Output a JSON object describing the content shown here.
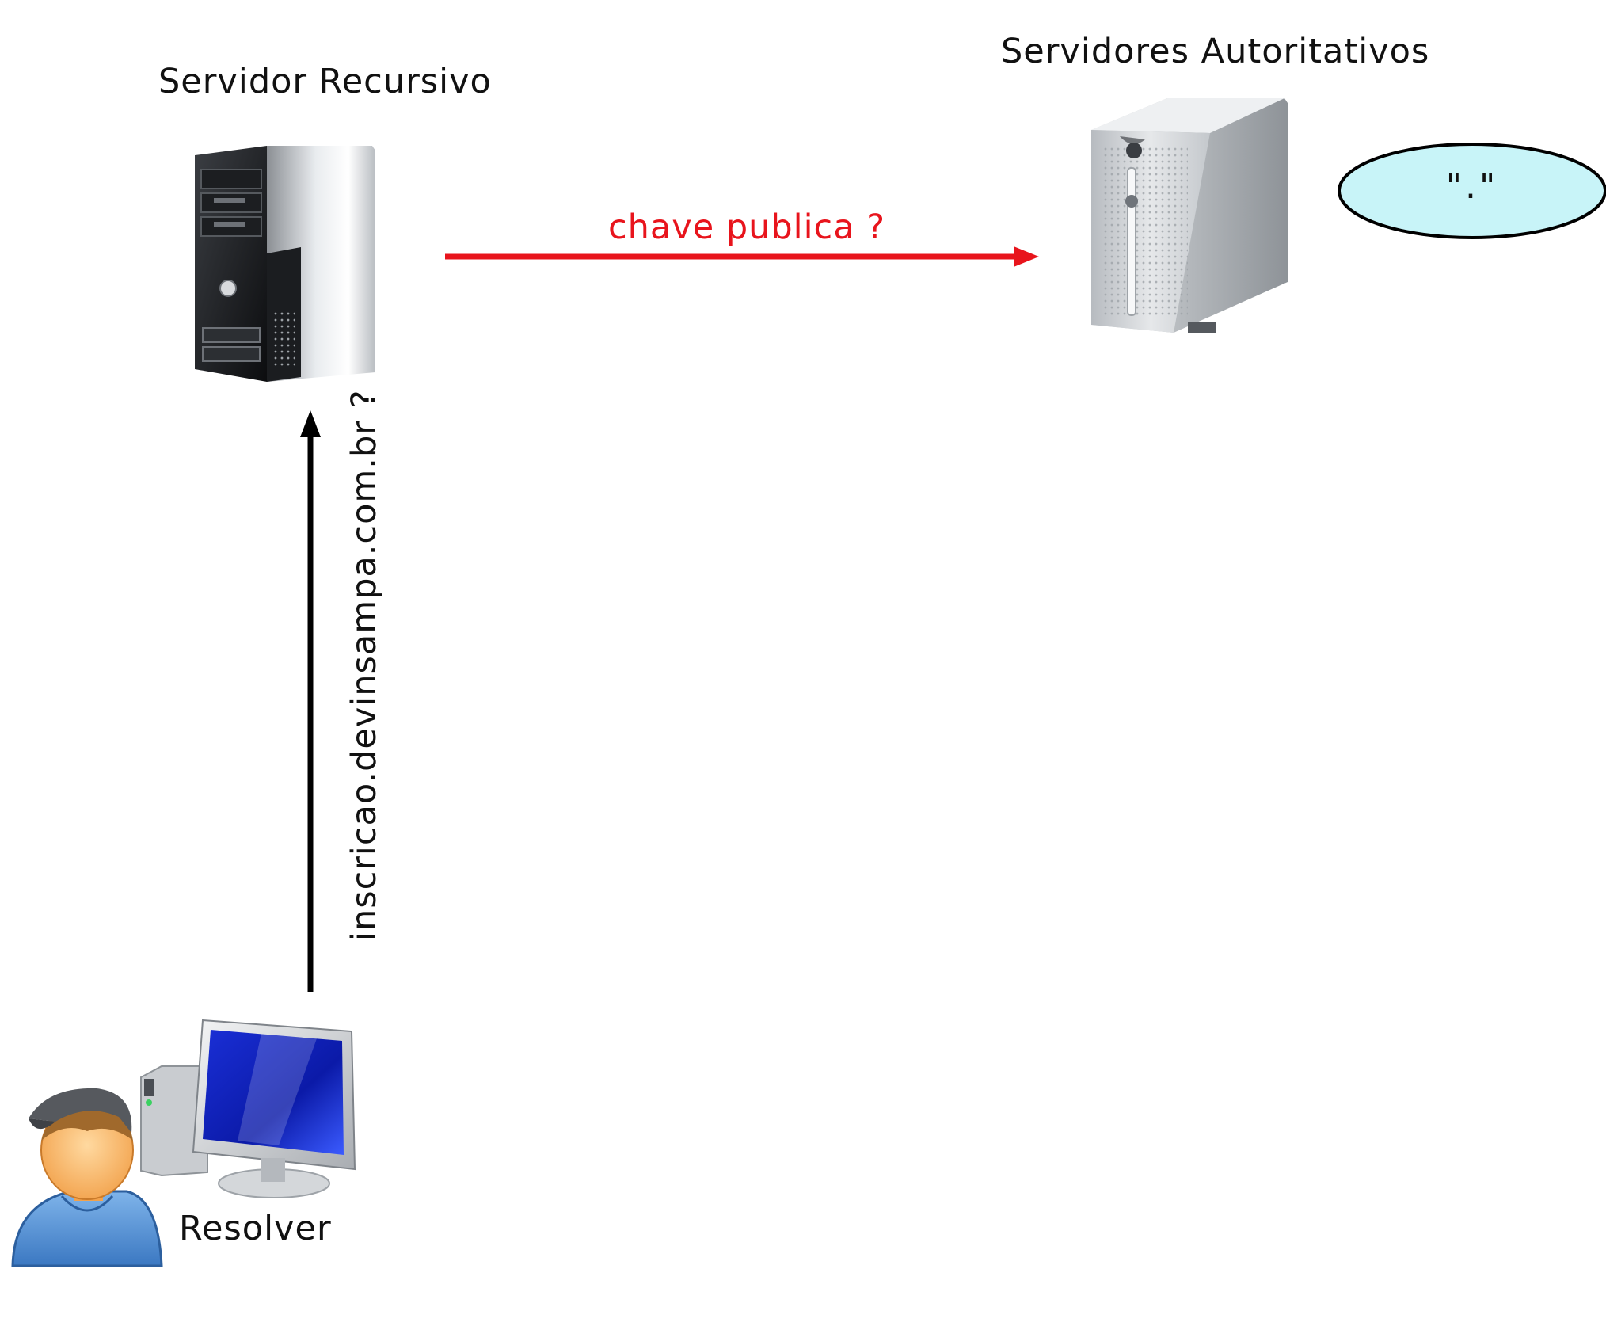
{
  "nodes": {
    "recursive_server": {
      "label": "Servidor Recursivo"
    },
    "authoritative_servers": {
      "label": "Servidores Autoritativos"
    },
    "resolver": {
      "label": "Resolver"
    },
    "root_zone": {
      "label": "\".\""
    }
  },
  "edges": [
    {
      "from": "resolver",
      "to": "recursive_server",
      "label": "inscricao.devinsampa.com.br ?",
      "color": "#000000"
    },
    {
      "from": "recursive_server",
      "to": "authoritative_servers",
      "label": "chave publica ?",
      "color": "#e8141c"
    }
  ],
  "colors": {
    "query_arrow": "#000000",
    "key_arrow": "#e8141c",
    "root_zone_fill": "#c8f4f8"
  },
  "icons": {
    "recursive_server": "tower-server-icon",
    "authoritative_servers": "storage-server-icon",
    "resolver": "user-computer-icon"
  }
}
